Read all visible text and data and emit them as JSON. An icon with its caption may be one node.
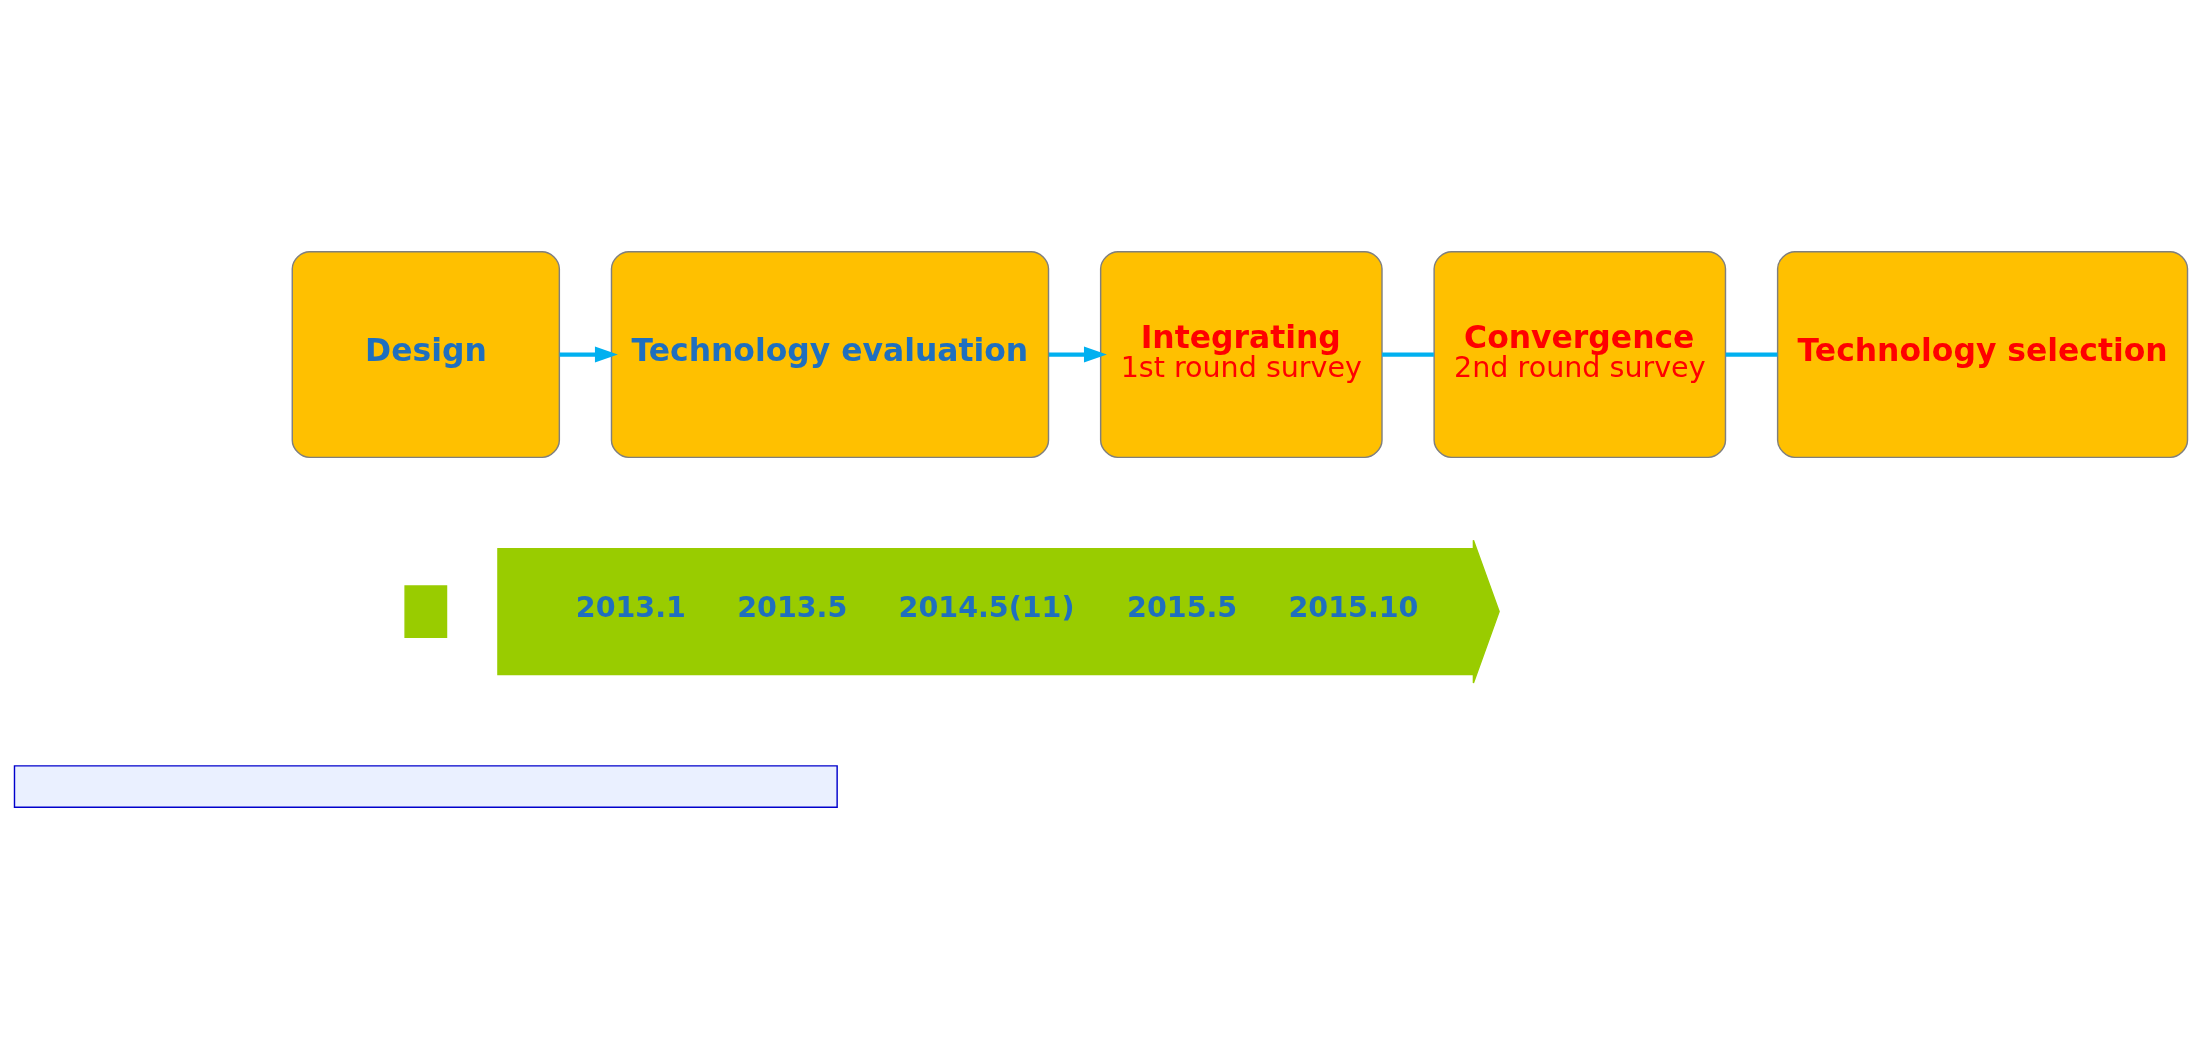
{
  "diagram": {
    "nodes": [
      {
        "text": [
          "Design"
        ]
      },
      {
        "text": [
          "Technology evaluation"
        ]
      },
      {
        "text": [
          "Integrating",
          "1st round survey"
        ]
      },
      {
        "text": [
          "Convergence",
          "2nd round survey"
        ]
      },
      {
        "text": [
          "Technology selection"
        ]
      },
      {
        "text": [],
        "shape": "box"
      },
      {
        "text": [
          "2013.1",
          "2013.5",
          "2014.5(11)",
          "2015.5",
          "2015.10"
        ]
      },
      {
        "text": [],
        "shape": "box"
      }
    ],
    "edges": [
      {
        "from": 0,
        "to": 1,
        "arrow": "to"
      },
      {
        "from": 1,
        "to": 2,
        "arrow": "to"
      },
      {
        "from": 2,
        "to": 3,
        "arrow": "none"
      },
      {
        "from": 3,
        "to": 4,
        "arrow": "none"
      }
    ]
  }
}
